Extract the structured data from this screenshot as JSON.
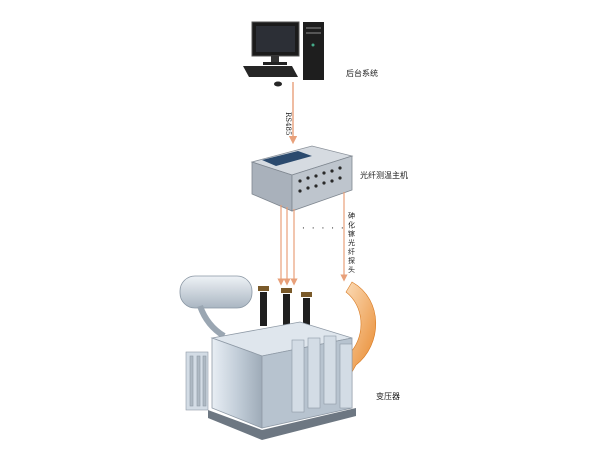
{
  "labels": {
    "backend": "后台系统",
    "bus": "RS485",
    "host": "光纤测温主机",
    "probe": "砷化镓光纤探头",
    "dots": "· · · · · ·",
    "transformer": "变压器"
  },
  "colors": {
    "link": "#e8a07a",
    "arrow": "#f0a050",
    "tank": "#c9d4e0",
    "host_body": "#c8ced6",
    "monitor": "#1b1b1b"
  }
}
